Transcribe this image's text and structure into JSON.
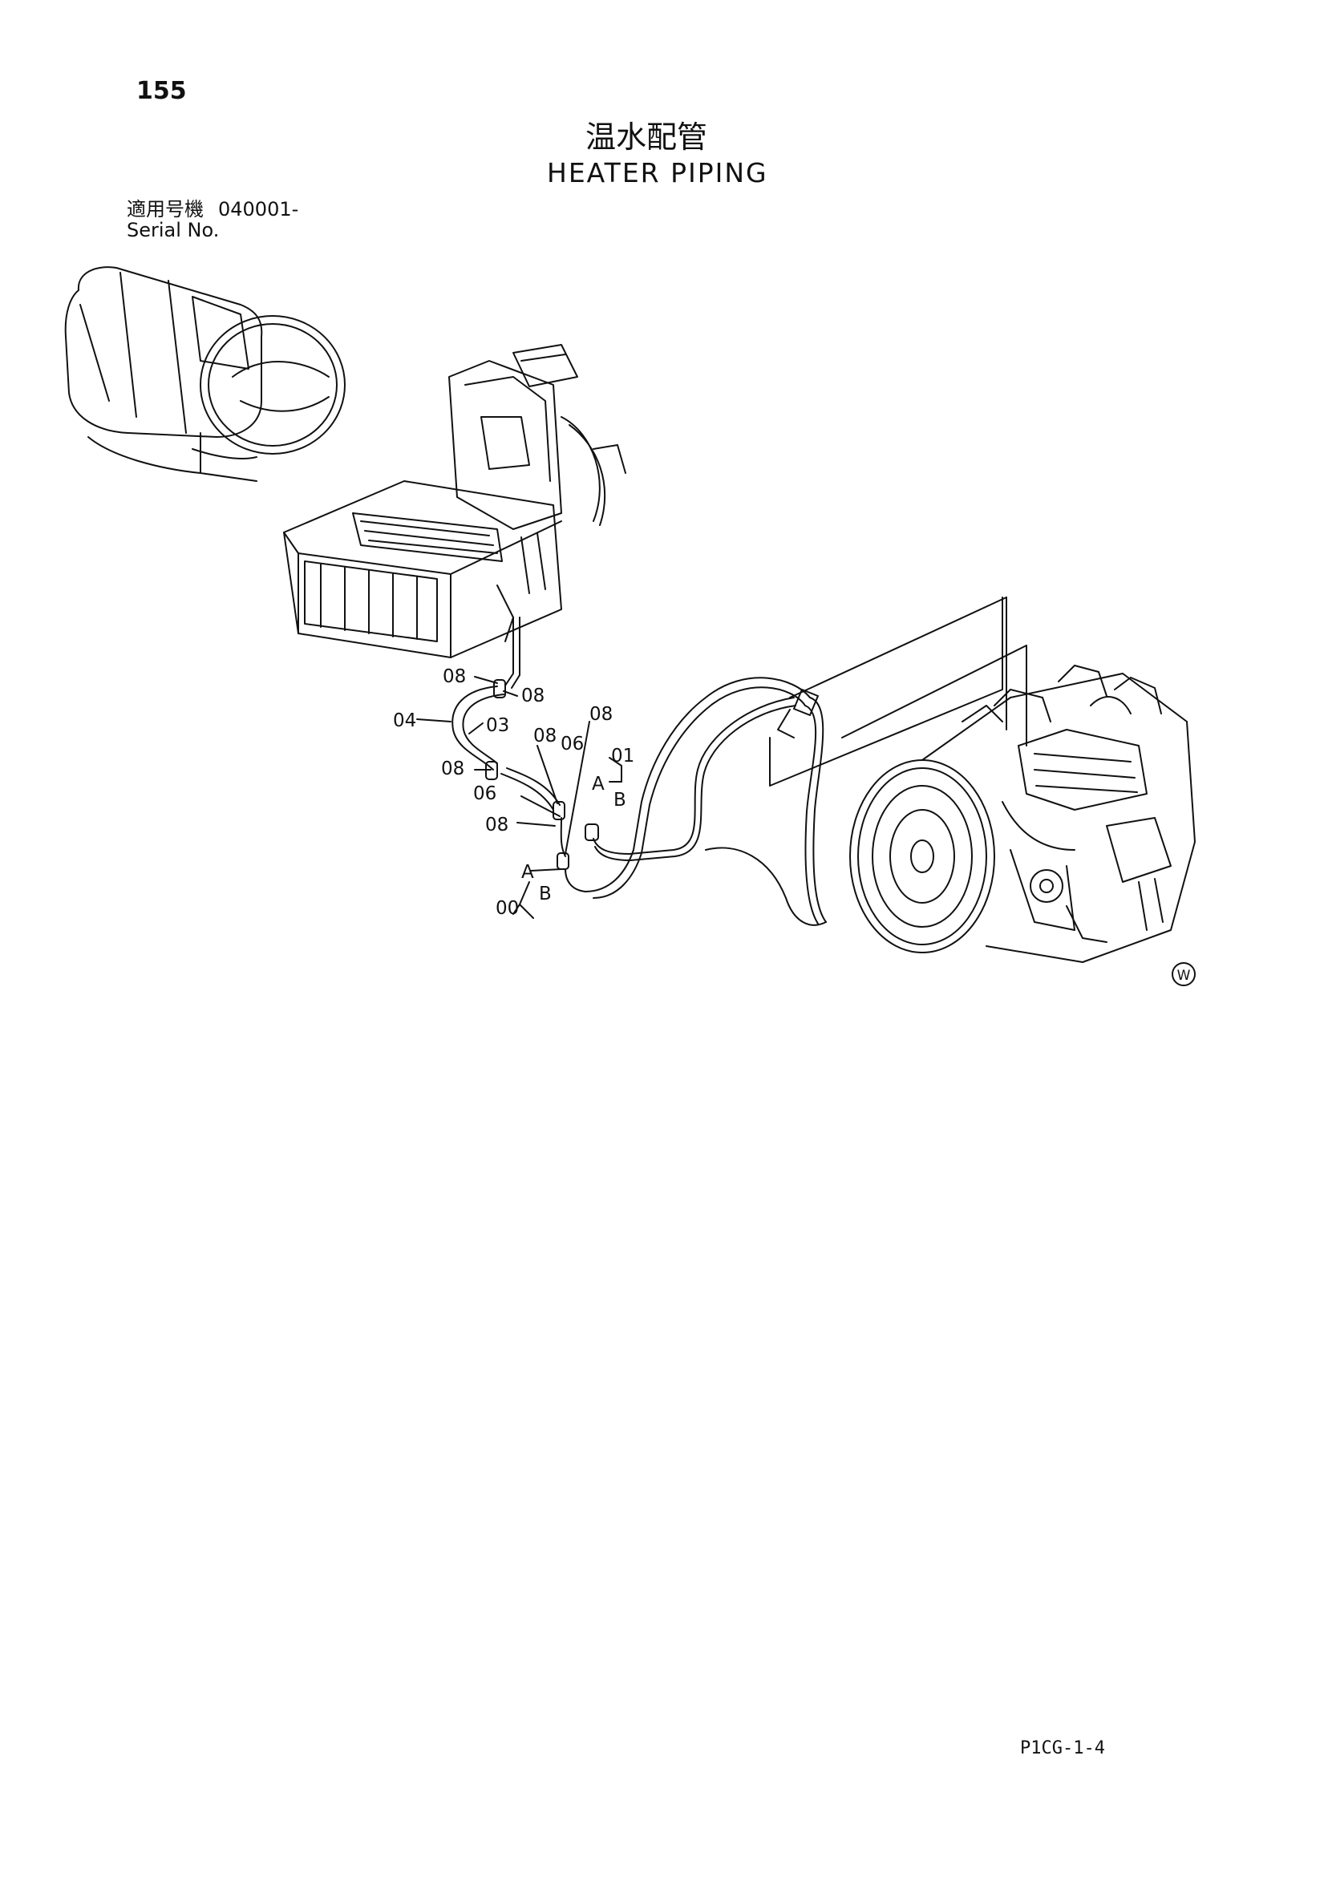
{
  "page": {
    "number": "155",
    "title_jp": "温水配管",
    "title_en": "HEATER PIPING",
    "serial_label_jp": "適用号機",
    "serial_value": "040001-",
    "serial_label_en": "Serial No.",
    "footer_code": "P1CG-1-4",
    "revision_mark": "W"
  },
  "callouts": [
    {
      "id": "c1",
      "label": "08"
    },
    {
      "id": "c2",
      "label": "08"
    },
    {
      "id": "c3",
      "label": "04"
    },
    {
      "id": "c4",
      "label": "03"
    },
    {
      "id": "c5",
      "label": "08"
    },
    {
      "id": "c6",
      "label": "06"
    },
    {
      "id": "c7",
      "label": "08"
    },
    {
      "id": "c8",
      "label": "01"
    },
    {
      "id": "c9",
      "label": "08"
    },
    {
      "id": "c10",
      "label": "A"
    },
    {
      "id": "c11",
      "label": "B"
    },
    {
      "id": "c12",
      "label": "06"
    },
    {
      "id": "c13",
      "label": "08"
    },
    {
      "id": "c14",
      "label": "A"
    },
    {
      "id": "c15",
      "label": "00"
    },
    {
      "id": "c16",
      "label": "B"
    }
  ]
}
